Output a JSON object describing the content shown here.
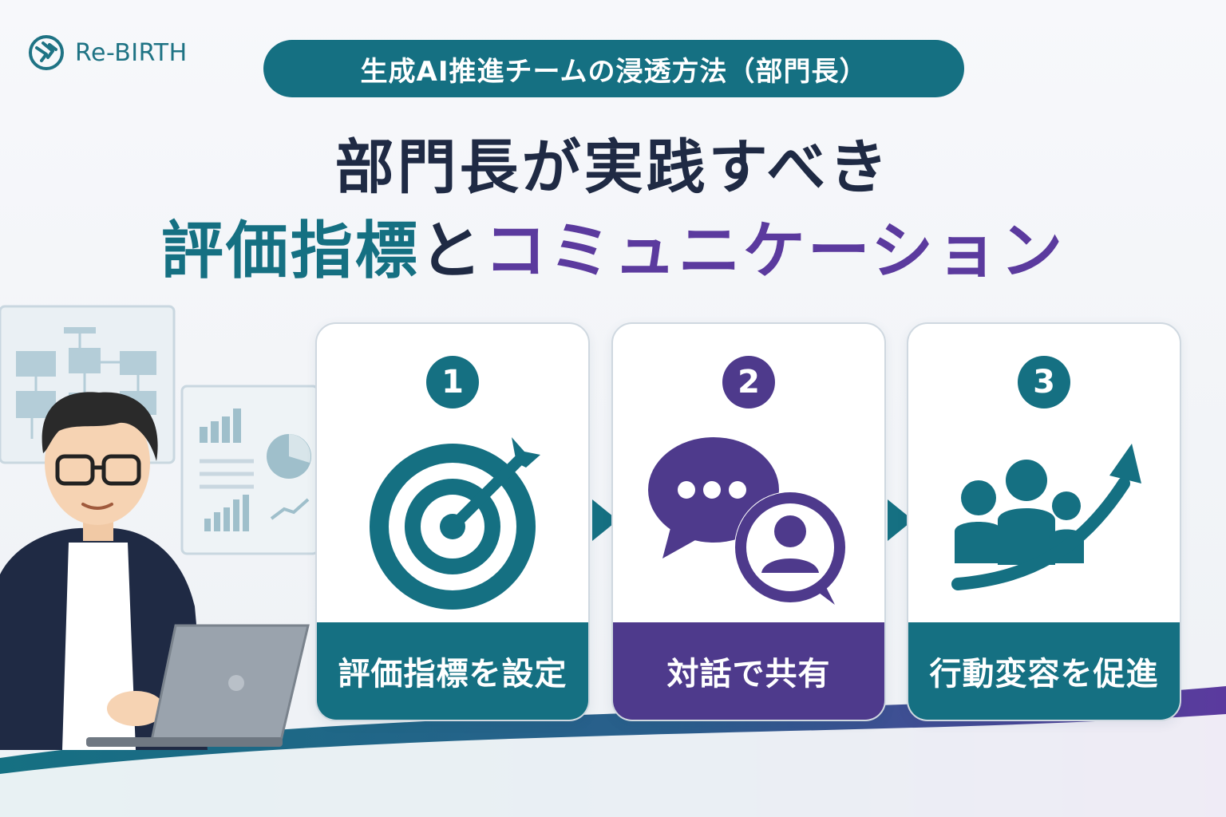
{
  "brand": {
    "name": "Re-BIRTH"
  },
  "header": {
    "pill": "生成AI推進チームの浸透方法（部門長）",
    "headline_line1": "部門長が実践すべき",
    "headline_line2_part1": "評価指標",
    "headline_line2_part2": "と",
    "headline_line2_part3": "コミュニケーション"
  },
  "steps": [
    {
      "number": "1",
      "label": "評価指標を設定",
      "icon": "target-arrow-icon",
      "color": "#157082"
    },
    {
      "number": "2",
      "label": "対話で共有",
      "icon": "chat-person-icon",
      "color": "#4e3a8c"
    },
    {
      "number": "3",
      "label": "行動変容を促進",
      "icon": "team-growth-icon",
      "color": "#157082"
    }
  ],
  "colors": {
    "teal": "#157082",
    "purple": "#4e3a8c",
    "navy": "#1f2a44"
  }
}
